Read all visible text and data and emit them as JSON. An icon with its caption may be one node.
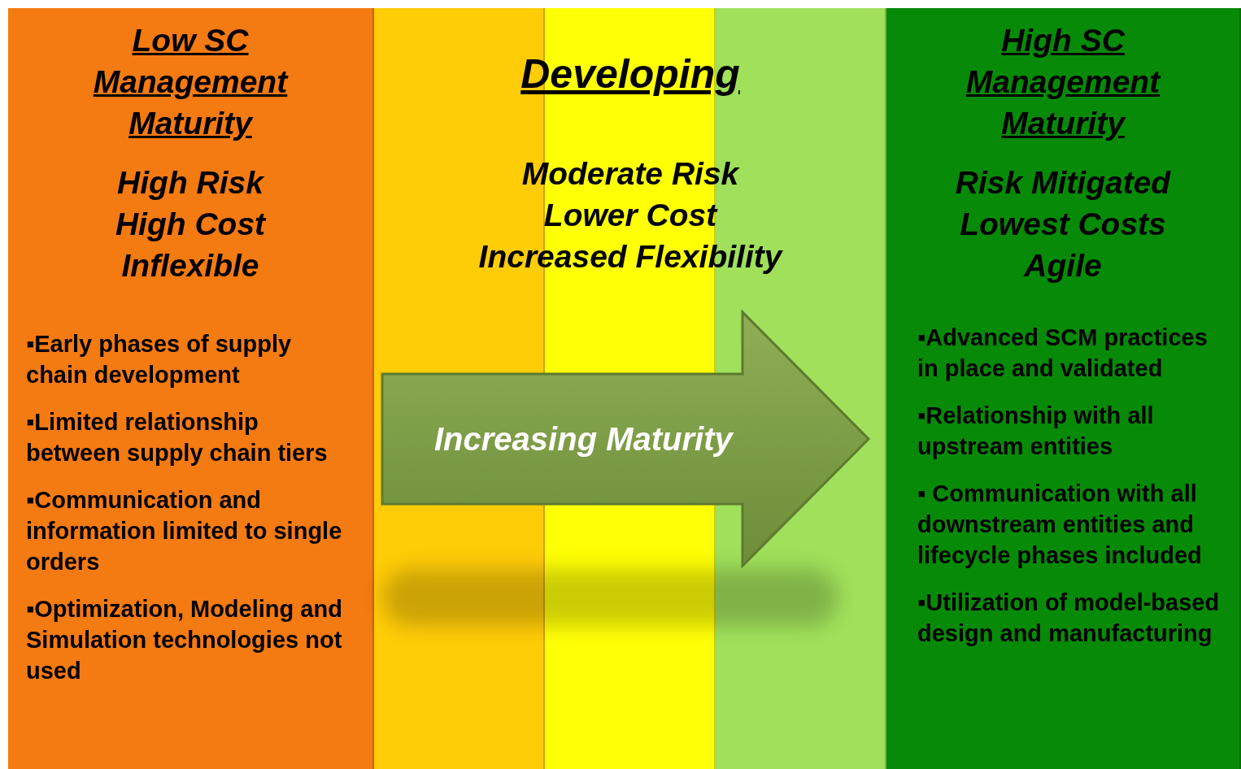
{
  "diagram": {
    "nodes": [
      {
        "text": [
          "Low SC Management Maturity",
          "High Risk",
          "High Cost",
          "Inflexible",
          "▪Early phases of supply chain development",
          "▪Limited relationship between supply chain tiers",
          "▪Communication and information limited to single orders",
          "▪Optimization, Modeling and Simulation technologies not used"
        ]
      },
      {
        "text": [],
        "shape": "bar"
      },
      {
        "text": [],
        "shape": "bar"
      },
      {
        "text": [],
        "shape": "bar"
      },
      {
        "text": [
          "High SC Management Maturity",
          "Risk Mitigated",
          "Lowest Costs",
          "Agile",
          "▪Advanced SCM practices in place and validated",
          "▪Relationship with all upstream entities",
          "▪ Communication with all downstream entities and lifecycle phases included",
          "▪Utilization of model-based design and manufacturing"
        ]
      }
    ],
    "edges": [
      {
        "from": 1,
        "to": 3,
        "arrow": "to",
        "label": "Increasing Maturity",
        "style": "thick"
      }
    ],
    "labels": [
      "Developing",
      "Moderate Risk",
      "Lower Cost",
      "Increased Flexibility"
    ]
  }
}
